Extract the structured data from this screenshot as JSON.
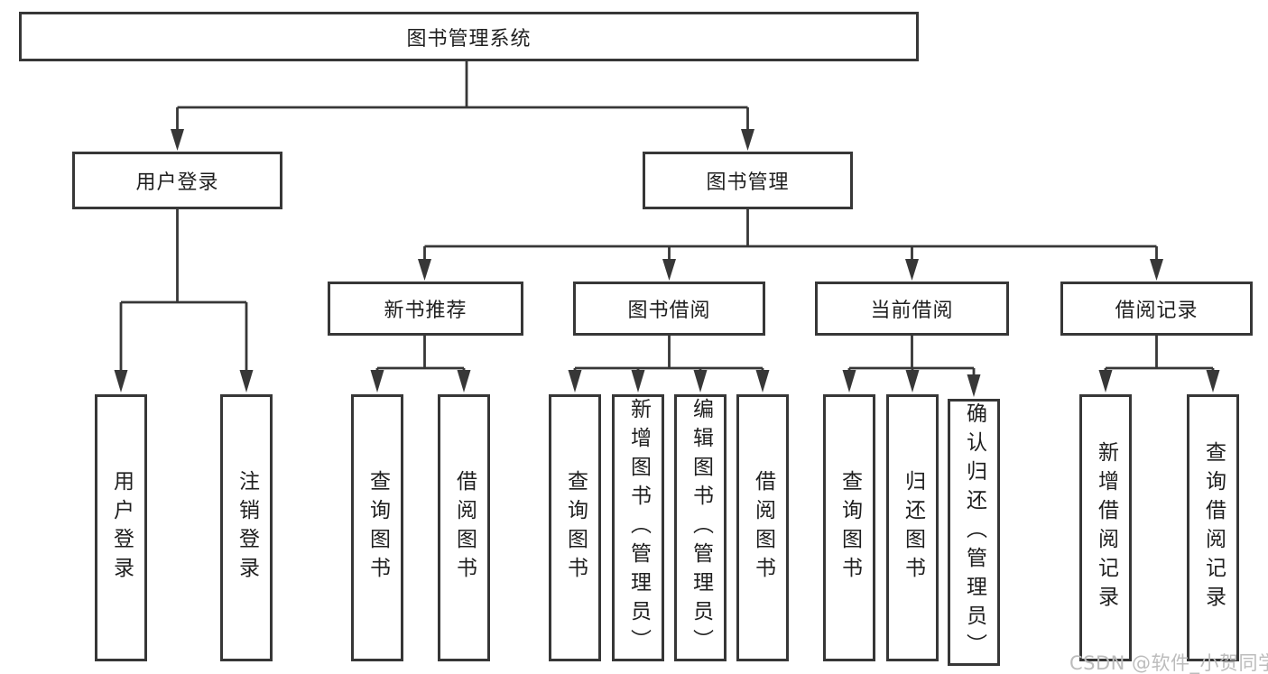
{
  "diagram": {
    "root": {
      "label": "图书管理系统"
    },
    "branches": [
      {
        "label": "用户登录",
        "children": [
          {
            "label": "用户登录"
          },
          {
            "label": "注销登录"
          }
        ]
      },
      {
        "label": "图书管理",
        "children": [
          {
            "label": "新书推荐",
            "children": [
              {
                "label": "查询图书"
              },
              {
                "label": "借阅图书"
              }
            ]
          },
          {
            "label": "图书借阅",
            "children": [
              {
                "label": "查询图书"
              },
              {
                "label": "新增图书（管理员）"
              },
              {
                "label": "编辑图书（管理员）"
              },
              {
                "label": "借阅图书"
              }
            ]
          },
          {
            "label": "当前借阅",
            "children": [
              {
                "label": "查询图书"
              },
              {
                "label": "归还图书"
              },
              {
                "label": "确认归还（管理员）"
              }
            ]
          },
          {
            "label": "借阅记录",
            "children": [
              {
                "label": "新增借阅记录"
              },
              {
                "label": "查询借阅记录"
              }
            ]
          }
        ]
      }
    ]
  },
  "watermark": {
    "text": "CSDN @软件_小贺同学"
  },
  "colors": {
    "line": "#373737",
    "border": "#373737",
    "text": "#1f1f1f",
    "watermark": "#bcbcbc",
    "background": "#ffffff"
  }
}
